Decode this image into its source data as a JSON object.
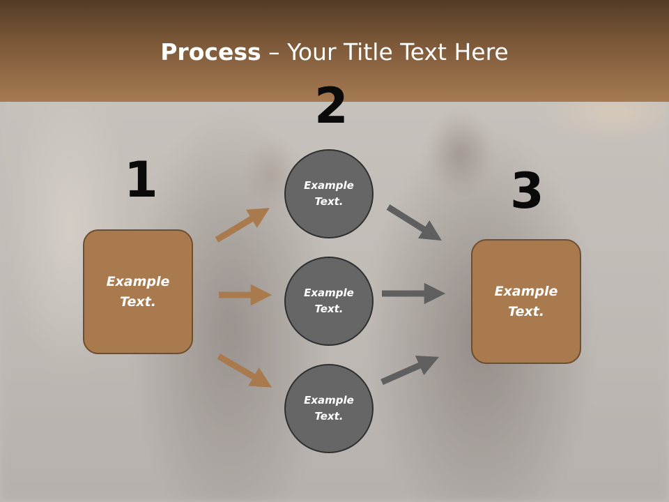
{
  "slide": {
    "title_bold": "Process",
    "title_rest": " – Your Title Text Here",
    "numbers": [
      "1",
      "2",
      "3"
    ],
    "start_box": "Example\nText.",
    "circles": [
      "Example\nText.",
      "Example\nText.",
      "Example\nText."
    ],
    "end_box": "Example\nText."
  },
  "colors": {
    "header": "#7e5a3a",
    "box_fill": "#a87a4e",
    "circle_fill": "#666666",
    "arrow_brown": "#a87a4e",
    "arrow_gray": "#5f5f5f"
  }
}
